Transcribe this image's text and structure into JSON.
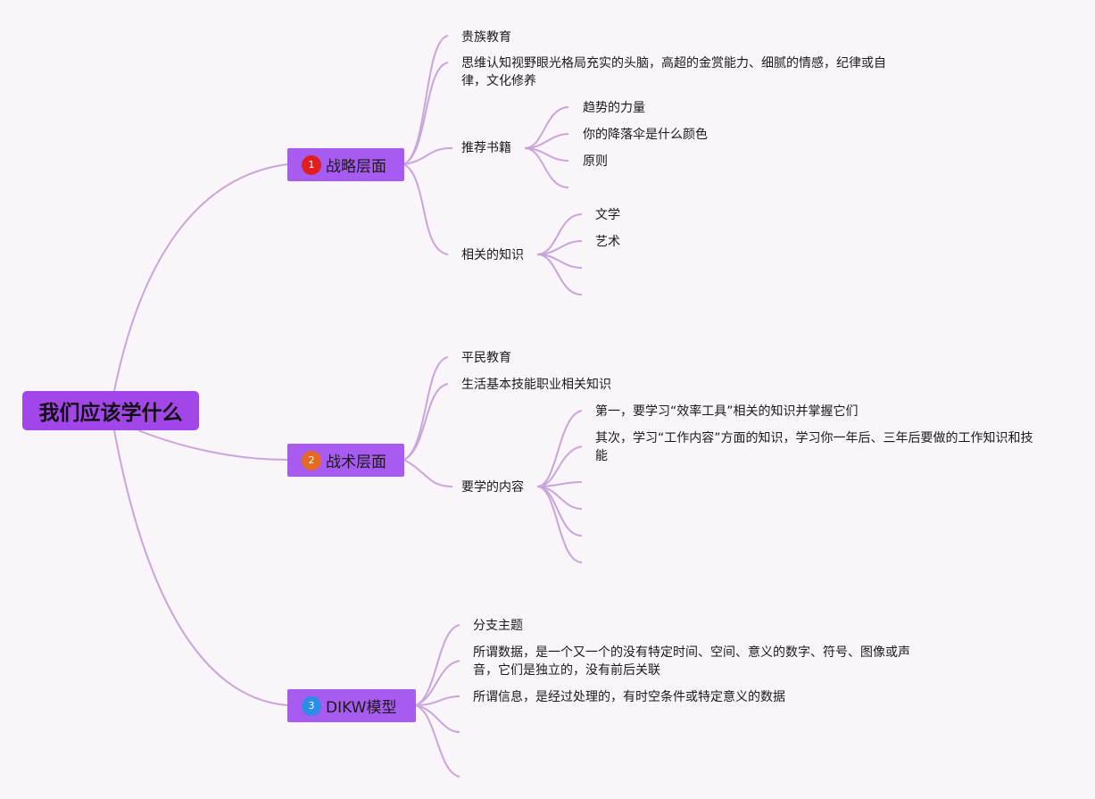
{
  "root": {
    "label": "我们应该学什么"
  },
  "strategy": {
    "label": "战略层面",
    "marker": {
      "number": "1",
      "color": "#e01e1e"
    },
    "elite_education": "贵族教育",
    "elite_traits": "思维认知视野眼光格局充实的头脑，高超的金赏能力、细腻的情感，纪律或自律，文化修养",
    "books": {
      "label": "推荐书籍",
      "items": [
        "趋势的力量",
        "你的降落伞是什么颜色",
        "原则"
      ]
    },
    "knowledge": {
      "label": "相关的知识",
      "items": [
        "文学",
        "艺术"
      ]
    }
  },
  "tactics": {
    "label": "战术层面",
    "marker": {
      "number": "2",
      "color": "#e66a1f"
    },
    "civil_education": "平民教育",
    "life_skills": "生活基本技能职业相关知识",
    "content": {
      "label": "要学的内容",
      "items": [
        "第一，要学习“效率工具”相关的知识并掌握它们",
        "其次，学习“工作内容”方面的知识，学习你一年后、三年后要做的工作知识和技能"
      ]
    }
  },
  "dikw": {
    "label": "DIKW模型",
    "marker": {
      "number": "3",
      "color": "#2a8ee8"
    },
    "items": [
      "分支主题",
      "所谓数据，是一个又一个的没有特定时间、空间、意义的数字、符号、图像或声音，它们是独立的，没有前后关联",
      "所谓信息，是经过处理的，有时空条件或特定意义的数据"
    ]
  },
  "colors": {
    "background": "#faf4fb",
    "branch_line": "#c9a6d9",
    "topic_fill": "#a75bf1",
    "root_fill": "#a246ea"
  }
}
